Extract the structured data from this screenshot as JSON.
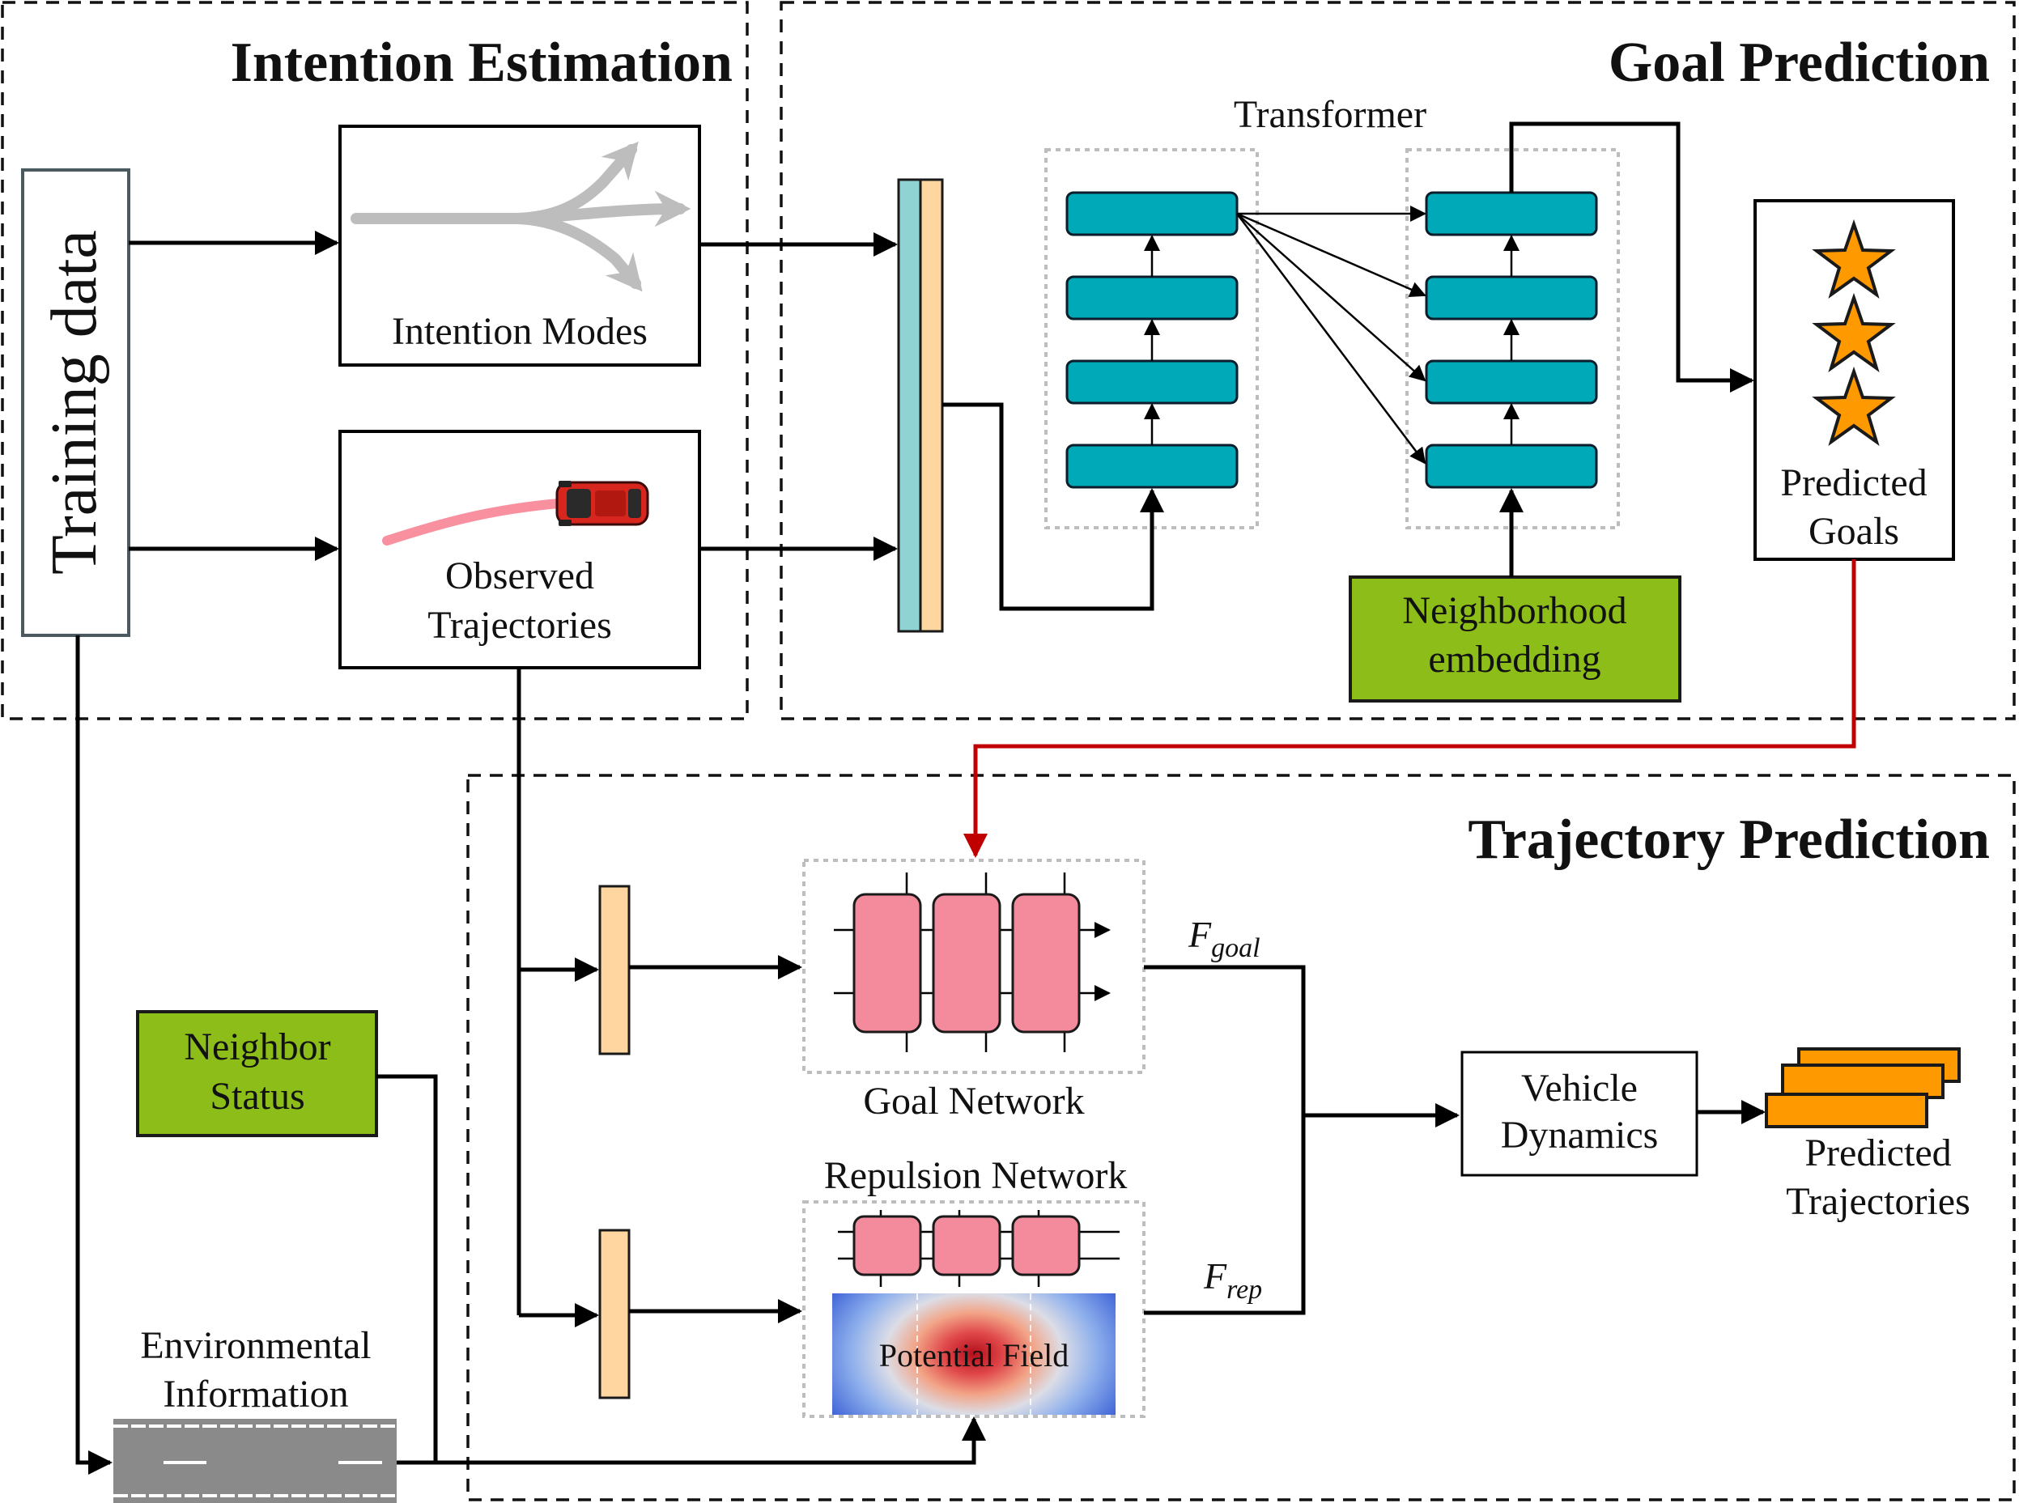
{
  "sections": {
    "intention": "Intention Estimation",
    "goal": "Goal Prediction",
    "trajectory": "Trajectory Prediction"
  },
  "blocks": {
    "training_data": "Training data",
    "intention_modes": "Intention Modes",
    "observed_line1": "Observed",
    "observed_line2": "Trajectories",
    "transformer": "Transformer",
    "neighborhood_line1": "Neighborhood",
    "neighborhood_line2": "embedding",
    "predicted_goals_line1": "Predicted",
    "predicted_goals_line2": "Goals",
    "goal_network": "Goal Network",
    "repulsion_network": "Repulsion Network",
    "potential_field": "Potential Field",
    "f_goal_base": "F",
    "f_goal_sub": "goal",
    "f_rep_base": "F",
    "f_rep_sub": "rep",
    "neighbor_status_line1": "Neighbor",
    "neighbor_status_line2": "Status",
    "vehicle_dynamics_line1": "Vehicle",
    "vehicle_dynamics_line2": "Dynamics",
    "predicted_traj_line1": "Predicted",
    "predicted_traj_line2": "Trajectories",
    "env_line1": "Environmental",
    "env_line2": "Information"
  },
  "colors": {
    "transformer_block": "#00a9b8",
    "lstm_cell": "#f48b9c",
    "feature_bar_peach": "#ffd5a0",
    "feature_bar_teal": "#8fd3d3",
    "green_block": "#8cbd18",
    "goal_star": "#ff9900",
    "goal_link": "#c00000",
    "trajectory_trail": "#f8909f",
    "car": "#d7261e",
    "road": "#8a8a8a"
  },
  "icons": [
    "branch-arrows-icon",
    "car-icon",
    "star-icon",
    "road-icon"
  ]
}
